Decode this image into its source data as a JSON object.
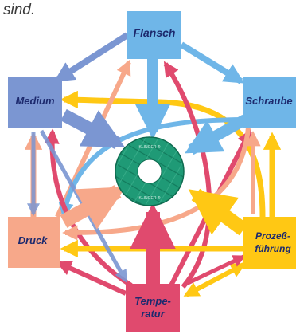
{
  "intro_text": "sind.",
  "nodes": {
    "flansch": {
      "label": "Flansch",
      "color": "#6fb6e8"
    },
    "medium": {
      "label": "Medium",
      "color": "#7b96d2"
    },
    "schraube": {
      "label": "Schraube",
      "color": "#6fb6e8"
    },
    "druck": {
      "label": "Druck",
      "color": "#f7a88a"
    },
    "prozess": {
      "lines": [
        "Prozeß-",
        "führung"
      ],
      "color": "#ffc814"
    },
    "temperatur": {
      "lines": [
        "Tempe-",
        "ratur"
      ],
      "color": "#e04a6e"
    }
  },
  "gasket": {
    "ring_text": "KLINGER ®",
    "color": "#1f9a76"
  },
  "arrow_colors": {
    "flansch": "#6fb6e8",
    "medium": "#7b96d2",
    "schraube": "#6fb6e8",
    "druck": "#f7a88a",
    "prozess": "#ffc814",
    "temperatur": "#e04a6e"
  }
}
